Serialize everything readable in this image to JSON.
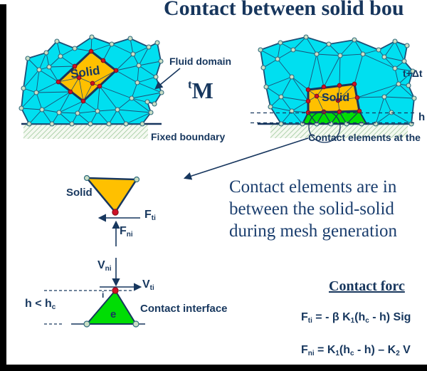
{
  "title": "Contact between solid bou",
  "colors": {
    "navy": "#17375E",
    "cyan": "#00DFF0",
    "gold": "#FFC000",
    "green": "#00DD04",
    "red": "#CE1126",
    "hatch_green": "#9DC89B"
  },
  "upper_left": {
    "fluid_domain": "Fluid domain",
    "mesh_symbol_sup": "t",
    "mesh_symbol": "M",
    "fixed_boundary": "Fixed boundary",
    "solid": "Solid"
  },
  "upper_right": {
    "time_label": "t+Δt",
    "gap_label": "h",
    "contact_elements": "Contact elements at the",
    "solid": "Solid"
  },
  "description": {
    "line1": "Contact elements are in",
    "line2": "between the solid-solid",
    "line3": "during mesh generation"
  },
  "force_diagram": {
    "solid": "Solid",
    "f_t_base": "F",
    "f_t_sub": "ti",
    "f_n_base": "F",
    "f_n_sub": "ni",
    "v_n_base": "V",
    "v_n_sub": "ni",
    "v_t_base": "V",
    "v_t_sub": "ti",
    "condition_base": "h < h",
    "condition_sub": "c",
    "element": "e",
    "node": "i",
    "interface": "Contact interface"
  },
  "forces": {
    "heading": "Contact forc",
    "eq1": {
      "p0": "F",
      "s0": "ti",
      "p1": " = - β K",
      "s1": "1",
      "p2": "(h",
      "s2": "c",
      "p3": " - h) Sig"
    },
    "eq2": {
      "p0": "F",
      "s0": "ni",
      "p1": " = K",
      "s1": "1",
      "p2": "(h",
      "s2": "c",
      "p3": " - h) – K",
      "s3": "2",
      "p4": " V"
    }
  }
}
